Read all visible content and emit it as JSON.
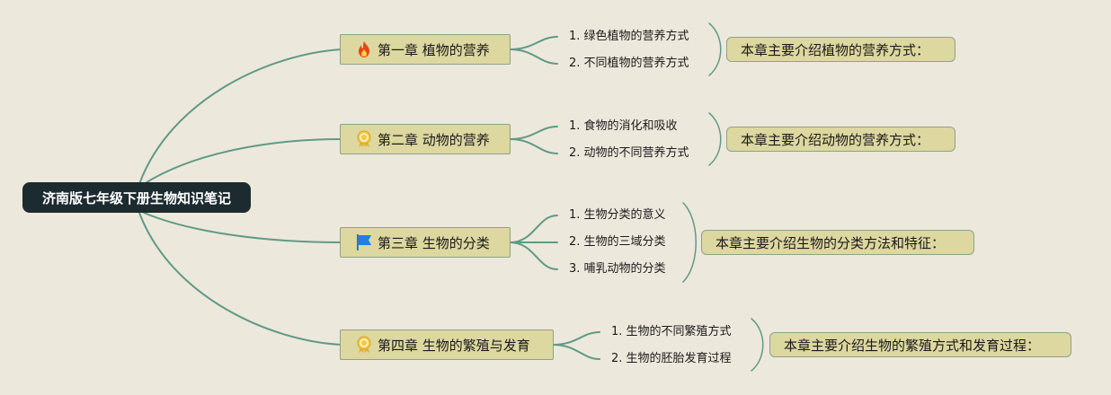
{
  "root": {
    "title": "济南版七年级下册生物知识笔记"
  },
  "chapters": [
    {
      "title": "第一章 植物的营养",
      "icon": "fire-icon",
      "items": [
        "1. 绿色植物的营养方式",
        "2. 不同植物的营养方式"
      ],
      "summary": "本章主要介绍植物的营养方式："
    },
    {
      "title": "第二章 动物的营养",
      "icon": "medal-icon",
      "items": [
        "1. 食物的消化和吸收",
        "2. 动物的不同营养方式"
      ],
      "summary": "本章主要介绍动物的营养方式："
    },
    {
      "title": "第三章 生物的分类",
      "icon": "flag-icon",
      "items": [
        "1. 生物分类的意义",
        "2. 生物的三域分类",
        "3. 哺乳动物的分类"
      ],
      "summary": "本章主要介绍生物的分类方法和特征："
    },
    {
      "title": "第四章 生物的繁殖与发育",
      "icon": "medal-icon",
      "items": [
        "1. 生物的不同繁殖方式",
        "2. 生物的胚胎发育过程"
      ],
      "summary": "本章主要介绍生物的繁殖方式和发育过程："
    }
  ],
  "colors": {
    "background": "#ede8dc",
    "root_fill": "#1c2b30",
    "node_fill": "#ddd7a0",
    "connector": "#5f9a86"
  }
}
